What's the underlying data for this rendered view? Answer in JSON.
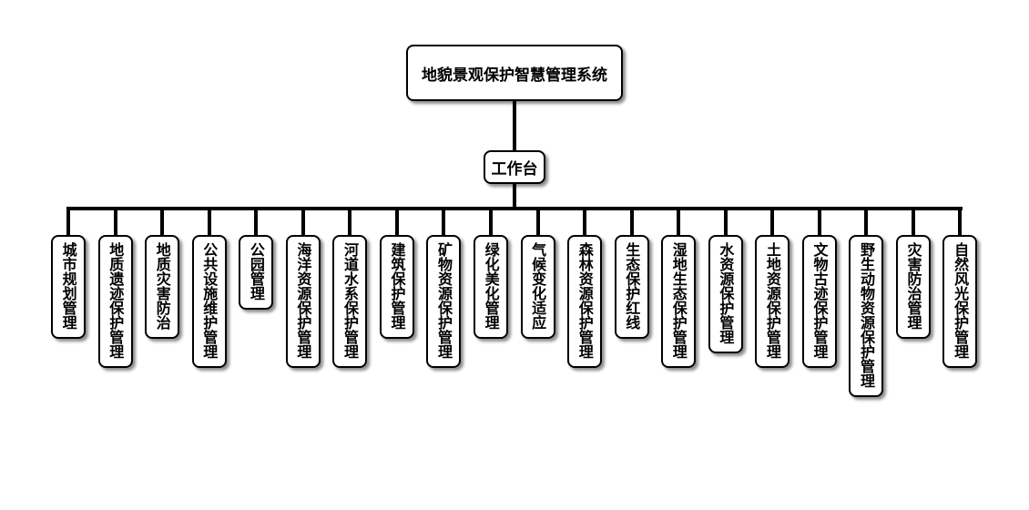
{
  "root": {
    "label": "地貌景观保护智慧管理系统"
  },
  "hub": {
    "label": "工作台"
  },
  "children": [
    {
      "label": "城市规划管理"
    },
    {
      "label": "地质遗迹保护管理"
    },
    {
      "label": "地质灾害防治"
    },
    {
      "label": "公共设施维护管理"
    },
    {
      "label": "公园管理"
    },
    {
      "label": "海洋资源保护管理"
    },
    {
      "label": "河道水系保护管理"
    },
    {
      "label": "建筑保护管理"
    },
    {
      "label": "矿物资源保护管理"
    },
    {
      "label": "绿化美化管理"
    },
    {
      "label": "气候变化适应"
    },
    {
      "label": "森林资源保护管理"
    },
    {
      "label": "生态保护红线"
    },
    {
      "label": "湿地生态保护管理"
    },
    {
      "label": "水资源保护管理"
    },
    {
      "label": "土地资源保护管理"
    },
    {
      "label": "文物古迹保护管理"
    },
    {
      "label": "野生动物资源保护管理"
    },
    {
      "label": "灾害防治管理"
    },
    {
      "label": "自然风光保护管理"
    }
  ]
}
